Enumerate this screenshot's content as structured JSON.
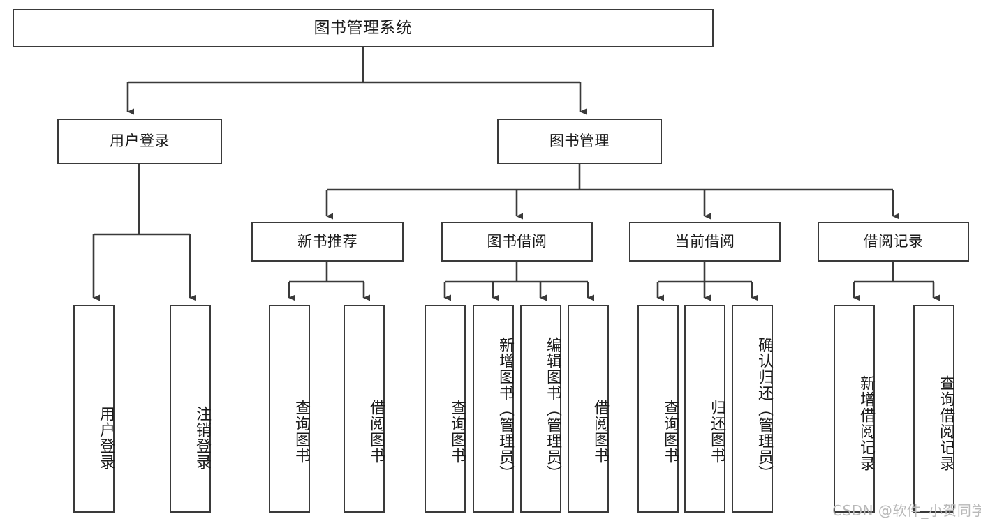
{
  "diagram": {
    "title": "图书管理系统",
    "type": "tree-hierarchy",
    "root": {
      "label": "图书管理系统"
    },
    "level1": [
      {
        "label": "用户登录"
      },
      {
        "label": "图书管理"
      }
    ],
    "level2": [
      {
        "label": "新书推荐"
      },
      {
        "label": "图书借阅"
      },
      {
        "label": "当前借阅"
      },
      {
        "label": "借阅记录"
      }
    ],
    "leaves": {
      "user_login": [
        {
          "label": "用户登录"
        },
        {
          "label": "注销登录"
        }
      ],
      "new_book": [
        {
          "label": "查询图书"
        },
        {
          "label": "借阅图书"
        }
      ],
      "book_borrow": [
        {
          "label": "查询图书"
        },
        {
          "label": "新增图书（管理员）"
        },
        {
          "label": "编辑图书（管理员）"
        },
        {
          "label": "借阅图书"
        }
      ],
      "current_borrow": [
        {
          "label": "查询图书"
        },
        {
          "label": "归还图书"
        },
        {
          "label": "确认归还（管理员）"
        }
      ],
      "borrow_record": [
        {
          "label": "新增借阅记录"
        },
        {
          "label": "查询借阅记录"
        }
      ]
    }
  },
  "watermark": {
    "text": "CSDN @软件_小贺同学"
  },
  "colors": {
    "stroke": "#3a3a3a",
    "text": "#1a1a1a",
    "background": "#ffffff",
    "watermark": "#b9b9b9"
  }
}
